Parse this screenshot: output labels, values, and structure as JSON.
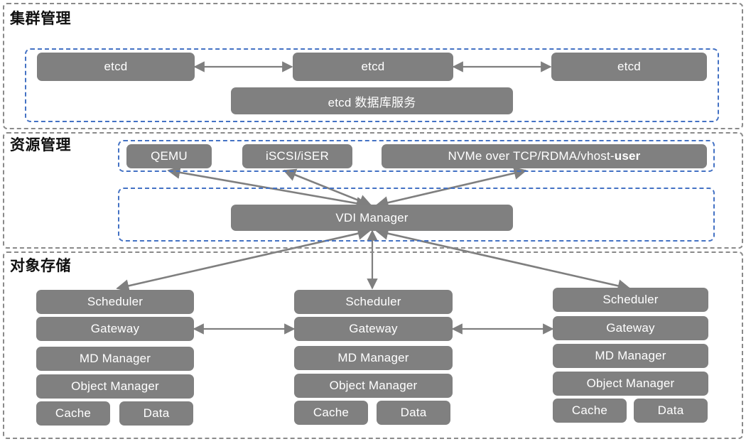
{
  "diagram": {
    "title_cluster": "集群管理",
    "title_resource": "资源管理",
    "title_storage": "对象存储",
    "colors": {
      "node_fill": "#808080",
      "node_text": "#ffffff",
      "section_border": "#8a8a8a",
      "group_border": "#4472c4",
      "arrow": "#7f7f7f",
      "background": "#ffffff"
    }
  },
  "cluster_section": {
    "label": "集群管理",
    "etcd_nodes": [
      {
        "label": "etcd"
      },
      {
        "label": "etcd"
      },
      {
        "label": "etcd"
      }
    ],
    "service_box": {
      "label": "etcd 数据库服务"
    }
  },
  "resource_section": {
    "label": "资源管理",
    "protocol_nodes": [
      {
        "label": "QEMU"
      },
      {
        "label": "iSCSI/iSER"
      },
      {
        "label": "NVMe over TCP/RDMA/vhost-",
        "bold_tail": "user"
      }
    ],
    "manager_node": {
      "label": "VDI Manager"
    }
  },
  "storage_section": {
    "label": "对象存储",
    "columns": [
      {
        "name": "storage-node-left",
        "stack": [
          "Scheduler",
          "Gateway",
          "MD Manager",
          "Object Manager"
        ],
        "bottom": [
          "Cache",
          "Data"
        ]
      },
      {
        "name": "storage-node-middle",
        "stack": [
          "Scheduler",
          "Gateway",
          "MD Manager",
          "Object Manager"
        ],
        "bottom": [
          "Cache",
          "Data"
        ]
      },
      {
        "name": "storage-node-right",
        "stack": [
          "Scheduler",
          "Gateway",
          "MD Manager",
          "Object Manager"
        ],
        "bottom": [
          "Cache",
          "Data"
        ]
      }
    ]
  }
}
